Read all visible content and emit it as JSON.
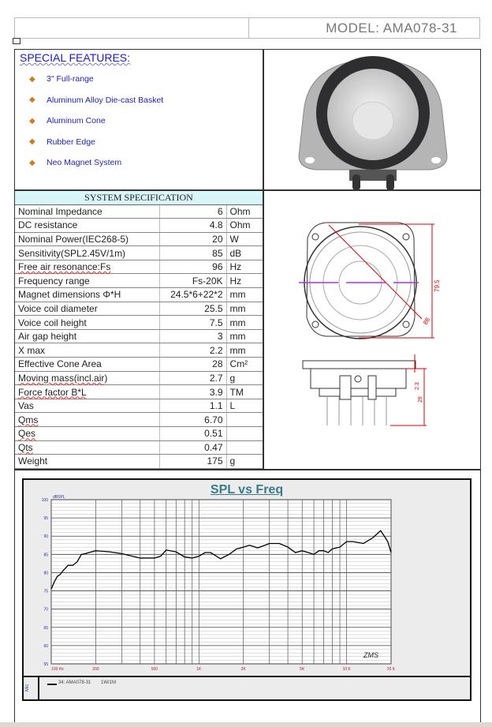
{
  "header": {
    "model": "MODEL:  AMA078-31"
  },
  "features": {
    "title": "SPECIAL FEATURES:",
    "items": [
      "3\" Full-range",
      "Aluminum Alloy Die-cast Basket",
      "Aluminum Cone",
      "Rubber Edge",
      "Neo Magnet System"
    ]
  },
  "spec": {
    "title": "SYSTEM SPECIFICATION",
    "rows": [
      [
        "Nominal Impedance",
        "6",
        "Ohm"
      ],
      [
        "DC resistance",
        "4.8",
        "Ohm"
      ],
      [
        "Nominal Power(IEC268-5)",
        "20",
        "W"
      ],
      [
        "Sensitivity(SPL2.45V/1m)",
        "85",
        "dB"
      ],
      [
        "Free air resonance:Fs",
        "96",
        "Hz"
      ],
      [
        "Frequency range",
        "Fs-20K",
        "Hz"
      ],
      [
        "Magnet dimensions Φ*H",
        "24.5*6+22*2",
        "mm"
      ],
      [
        "Voice coil diameter",
        "25.5",
        "mm"
      ],
      [
        "Voice coil height",
        "7.5",
        "mm"
      ],
      [
        "Air gap height",
        "3",
        "mm"
      ],
      [
        "X max",
        "2.2",
        "mm"
      ],
      [
        "Effective Cone Area",
        "28",
        "Cm²"
      ],
      [
        "Moving mass(incl.air)",
        "2.7",
        "g"
      ],
      [
        "Force factor B*L",
        "3.9",
        "TM"
      ],
      [
        "Vas",
        "1.1",
        "L"
      ],
      [
        "Qms",
        "6.70",
        ""
      ],
      [
        "Qes",
        "0.51",
        ""
      ],
      [
        "Qts",
        "0.47",
        ""
      ],
      [
        "Weight",
        "175",
        "g"
      ]
    ]
  },
  "drawing": {
    "dims": [
      "79.5",
      "88",
      "2.3",
      "29"
    ]
  },
  "chart_data": {
    "type": "line",
    "title": "SPL vs Freq",
    "ylabel": "dBSPL",
    "xscale": "log",
    "xlim": [
      100,
      20000
    ],
    "ylim": [
      55,
      100
    ],
    "yticks": [
      100,
      95,
      90,
      85,
      80,
      75,
      70,
      65,
      60,
      55
    ],
    "xticks": [
      {
        "v": 100,
        "label": "100 Hz"
      },
      {
        "v": 200,
        "label": "200"
      },
      {
        "v": 500,
        "label": "500"
      },
      {
        "v": 1000,
        "label": "1K"
      },
      {
        "v": 2000,
        "label": "2K"
      },
      {
        "v": 5000,
        "label": "5K"
      },
      {
        "v": 10000,
        "label": "10 K"
      },
      {
        "v": 20000,
        "label": "20 K"
      }
    ],
    "series": [
      {
        "name": "34: AMA078-31",
        "note": "1W/1M",
        "color": "#000000",
        "x": [
          100,
          105,
          110,
          115,
          120,
          130,
          140,
          150,
          160,
          170,
          180,
          200,
          250,
          300,
          400,
          500,
          550,
          600,
          700,
          800,
          900,
          1000,
          1100,
          1200,
          1400,
          1600,
          1800,
          2000,
          2200,
          2500,
          2800,
          3000,
          3500,
          4000,
          4500,
          5000,
          5500,
          6000,
          6500,
          7000,
          7500,
          8000,
          9000,
          10000,
          11000,
          13000,
          15000,
          17000,
          18000,
          19000,
          20000
        ],
        "y": [
          75.5,
          77.5,
          79,
          79.5,
          80.5,
          82,
          82,
          83,
          85,
          85.2,
          85.5,
          86,
          85.7,
          85.2,
          84,
          84,
          84.5,
          86.2,
          85.7,
          84.3,
          84,
          84.5,
          85.5,
          85.5,
          83.8,
          85,
          86.5,
          87,
          87.5,
          86.8,
          87.5,
          88,
          88,
          87,
          85.5,
          86,
          85.5,
          85,
          86,
          86,
          85.5,
          86.5,
          87,
          88.5,
          88.5,
          88,
          89.5,
          91.5,
          90,
          88.5,
          85.5
        ]
      }
    ],
    "signature": "ZMS",
    "side_label": "Mic"
  }
}
